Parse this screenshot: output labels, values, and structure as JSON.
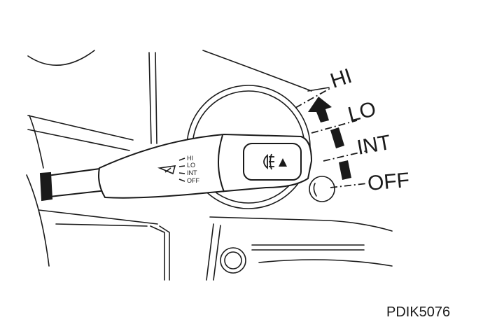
{
  "diagram": {
    "positions": [
      "HI",
      "LO",
      "INT",
      "OFF"
    ],
    "lever_labels": [
      "HI",
      "LO",
      "INT",
      "OFF"
    ],
    "figure_code": "PDIK5076",
    "icons": [
      "wiper-icon",
      "fog-light-icon",
      "up-arrow-icon"
    ],
    "line_color": "#1a1a1a",
    "background": "#ffffff"
  }
}
